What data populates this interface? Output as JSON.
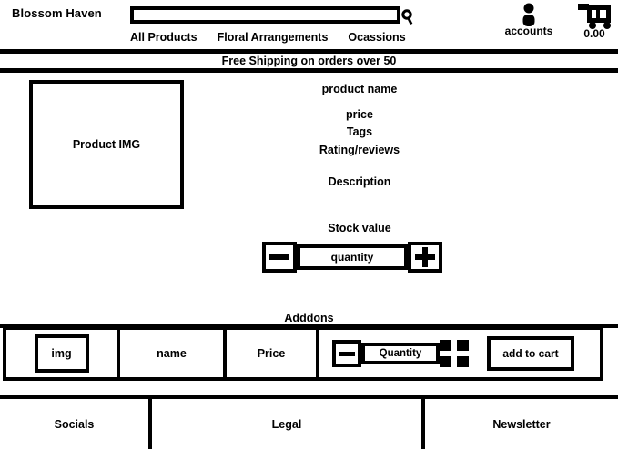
{
  "header": {
    "brand": "Blossom Haven",
    "search": {
      "value": "",
      "placeholder": "",
      "icon": "search-icon"
    },
    "nav_items": [
      {
        "label": "All Products"
      },
      {
        "label": "Floral Arrangements"
      },
      {
        "label": "Ocassions"
      }
    ],
    "account": {
      "label": "accounts",
      "icon": "person-icon"
    },
    "cart": {
      "total": "0.00",
      "icon": "shopping-cart-icon"
    }
  },
  "shipping_banner": {
    "text": "Free Shipping on orders over 50"
  },
  "product": {
    "image_placeholder": "Product IMG",
    "name": "product name",
    "price": "price",
    "tags": "Tags",
    "rating": "Rating/reviews",
    "description": "Description",
    "stock": "Stock value",
    "quantity": {
      "decrement_icon": "minus-icon",
      "field_label": "quantity",
      "increment_icon": "plus-icon"
    }
  },
  "addons": {
    "title": "Adddons",
    "columns": [
      "img",
      "name",
      "Price",
      "Quantity",
      "add to cart"
    ],
    "row": {
      "img": "img",
      "name": "name",
      "price": "Price",
      "quantity": {
        "decrement_icon": "minus-icon",
        "field_label": "Quantity",
        "increment_icon": "plus-icon"
      },
      "add_to_cart": "add to cart"
    }
  },
  "footer": {
    "columns": [
      {
        "label": "Socials"
      },
      {
        "label": "Legal"
      },
      {
        "label": "Newsletter"
      }
    ]
  },
  "colors": {
    "ink": "#000000",
    "paper": "#ffffff"
  }
}
